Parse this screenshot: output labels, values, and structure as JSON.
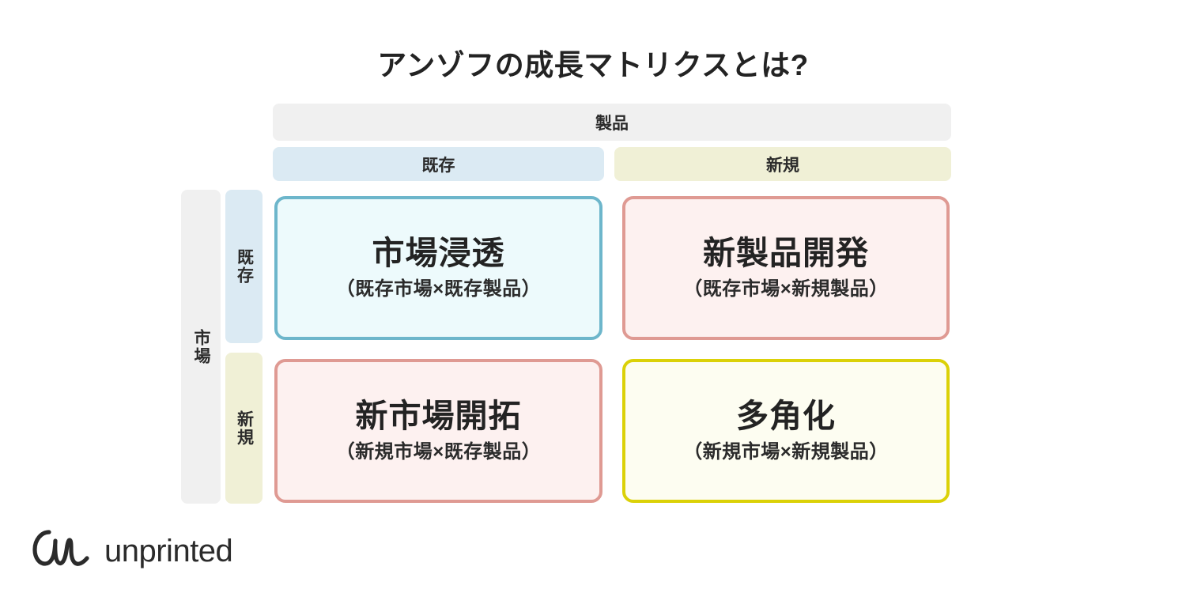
{
  "page": {
    "title": "アンゾフの成長マトリクスとは?",
    "background_color": "#ffffff"
  },
  "axes": {
    "product": {
      "group_label": "製品",
      "group_color": "#f0f0f0",
      "columns": [
        {
          "label": "既存",
          "color": "#dbeaf3"
        },
        {
          "label": "新規",
          "color": "#f0f0d6"
        }
      ]
    },
    "market": {
      "group_label": "市場",
      "group_color": "#f0f0f0",
      "rows": [
        {
          "label": "既存",
          "color": "#dbeaf3"
        },
        {
          "label": "新規",
          "color": "#f0f0d6"
        }
      ]
    }
  },
  "quadrants": [
    {
      "id": "market-penetration",
      "title": "市場浸透",
      "subtitle": "（既存市場×既存製品）",
      "border_color": "#6db6cb",
      "fill_color": "#edfafc"
    },
    {
      "id": "product-development",
      "title": "新製品開発",
      "subtitle": "（既存市場×新規製品）",
      "border_color": "#df9a93",
      "fill_color": "#fdf1f0"
    },
    {
      "id": "market-development",
      "title": "新市場開拓",
      "subtitle": "（新規市場×既存製品）",
      "border_color": "#df9a93",
      "fill_color": "#fdf1f0"
    },
    {
      "id": "diversification",
      "title": "多角化",
      "subtitle": "（新規市場×新規製品）",
      "border_color": "#dbd108",
      "fill_color": "#fdfdf1"
    }
  ],
  "logo": {
    "wordmark": "unprinted",
    "mark_name": "unprinted-script-mark",
    "color": "#2b2b2b"
  }
}
